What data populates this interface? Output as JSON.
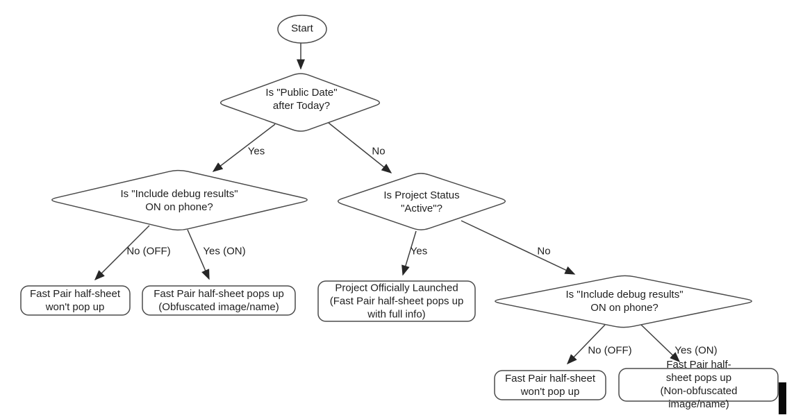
{
  "flowchart": {
    "nodes": {
      "start": "Start",
      "public_date": "Is \"Public Date\"\nafter Today?",
      "debug_left": "Is \"Include debug results\"\nON on phone?",
      "project_status": "Is Project Status\n\"Active\"?",
      "debug_right": "Is \"Include debug results\"\nON on phone?",
      "no_popup_left": "Fast Pair half-sheet\nwon't pop up",
      "obfuscated_popup": "Fast Pair half-sheet pops up\n(Obfuscated image/name)",
      "launched": "Project Officially Launched\n(Fast Pair half-sheet pops up\nwith full info)",
      "no_popup_right": "Fast Pair half-sheet\nwon't pop up",
      "non_obfuscated_popup": "Fast Pair half-sheet pops up\n(Non-obfuscated image/name)"
    },
    "edge_labels": {
      "public_date_yes": "Yes",
      "public_date_no": "No",
      "debug_left_no": "No (OFF)",
      "debug_left_yes": "Yes (ON)",
      "project_status_yes": "Yes",
      "project_status_no": "No",
      "debug_right_no": "No (OFF)",
      "debug_right_yes": "Yes (ON)"
    },
    "colors": {
      "node_stroke": "#4a4a4a",
      "edge_stroke": "#3f3f3f",
      "arrowhead": "#262626",
      "text": "#1e1e1e",
      "node_fill": "#ffffff",
      "background": "#ffffff",
      "cursor_artifact": "#0a0a0a"
    }
  }
}
